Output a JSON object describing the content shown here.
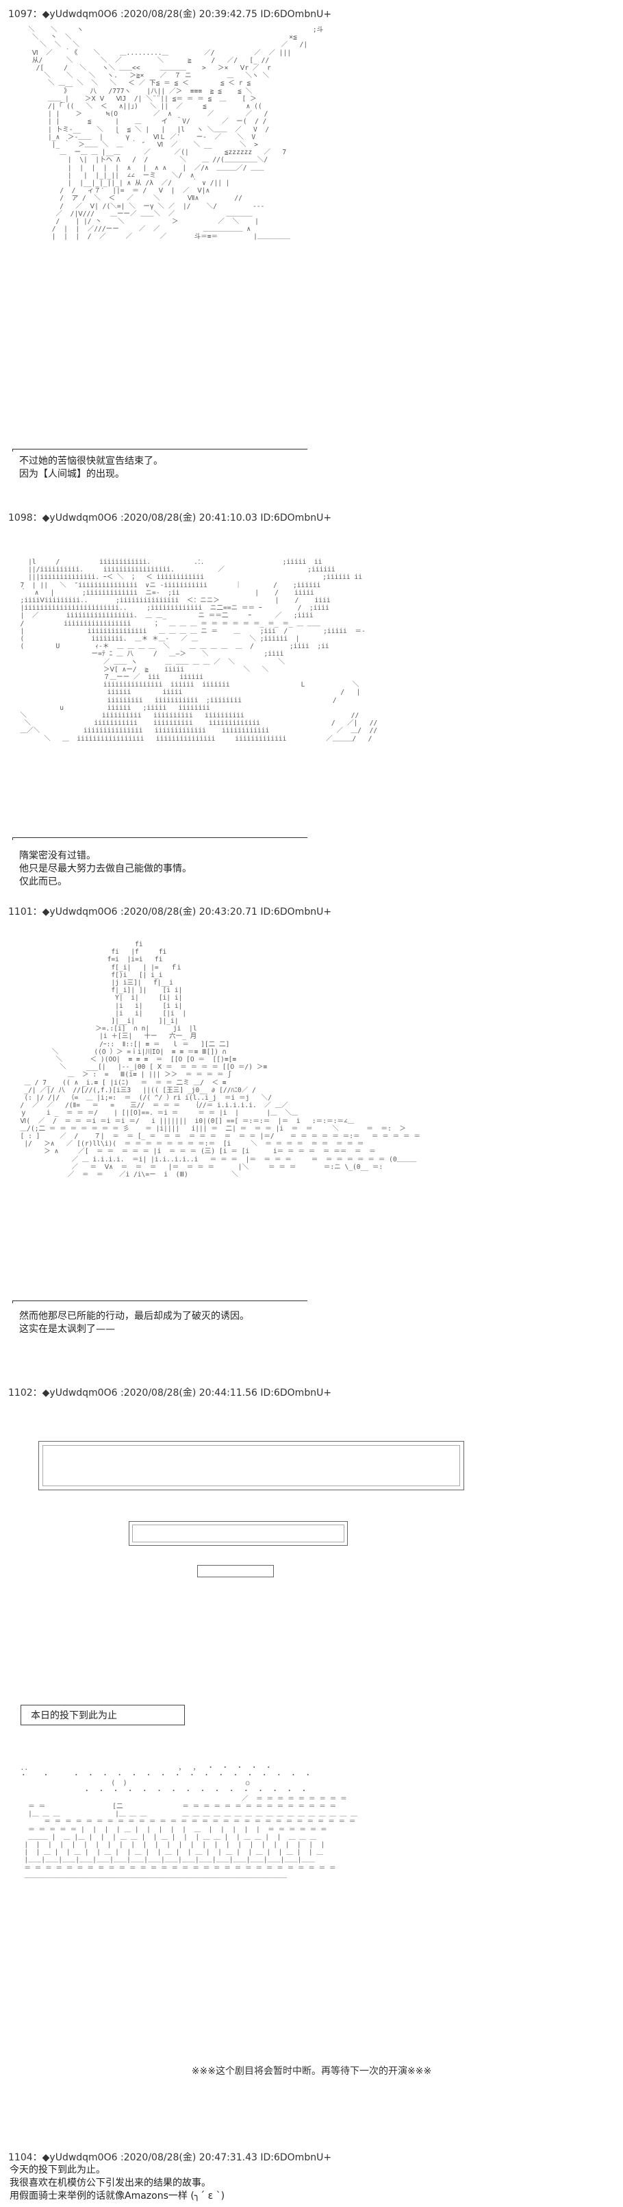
{
  "posts": [
    {
      "number": "1097",
      "header": "：◆yUdwdqm0O6 :2020/08/28(金) 20:39:42.75 ID:6DOmbnU+",
      "lines": [
        "不过她的苦恼很快就宣告结束了。",
        "因为【人间城】的出现。"
      ]
    },
    {
      "number": "1098",
      "header": "：◆yUdwdqm0O6 :2020/08/28(金) 20:41:10.03 ID:6DOmbnU+",
      "lines": [
        "隋棠密没有过错。",
        "他只是尽最大努力去做自己能做的事情。",
        "仅此而已。"
      ]
    },
    {
      "number": "1101",
      "header": "：◆yUdwdqm0O6 :2020/08/28(金) 20:43:20.71 ID:6DOmbnU+",
      "lines": [
        "然而他那尽已所能的行动，最后却成为了破灭的诱因。",
        "这实在是太讽刺了——"
      ]
    },
    {
      "number": "1102",
      "header": "：◆yUdwdqm0O6 :2020/08/28(金) 20:44:11.56 ID:6DOmbnU+",
      "caption": "本日的投下到此为止",
      "notice": "※※※这个剧目将会暂时中断。再等待下一次的开演※※※"
    },
    {
      "number": "1104",
      "header": "：◆yUdwdqm0O6 :2020/08/28(金) 20:47:31.43 ID:6DOmbnU+",
      "lines": [
        "今天的投下到此为止。",
        "我很喜欢在机模仿公下引发出来的结果的故事。",
        "用假面骑士来举例的话就像Amazons一样 (╮ˊ ε ˋ)"
      ]
    }
  ],
  "art": {
    "a1": "    ＼    ＼     ヽ                                                          ;斗\n     ＼   丶  ＼                                                       ×≦\n       ＼  ＼   ＼                                                   ／   /|\n     Ⅵ  ／   ｀《    ＼     ＿.........＿         ／/          ／  ／ |||\n     从/      ＼       ＼  ／         ＼      ≧     /   ／/   [_ //\n      /[     /   ＼    ヽ＼ ＿＿<<     ＿＿＿＿    >   ＞×   Ⅴr ／  r\n        ＼    ＼    ＼   ヽ.   ＞≧×    ／  ７ ニ         ＿   ＼ヽ ＼\n         ＼ ＿__ ＼  ＼   ＼   ＜ ／ 下≦ ＝ ≦ ＜        ≦ ＜ r ≦\n             》     八   /777ヽ    |八|| ／＞  ≡≡≡  ≧ ≦    ≦ ＼\n         ＿＿_|    ＞Ⅹ Ⅴ   ⅥJ  /| ＼¨¨|| ≦＝ ＝ ＝ ≦  ＿    [ ＞\n         /|「 ((   ＼  ＜   ∧||」)   ＼ ||  ／     ≦          ∧ ((\n         | |    ＞      ≒(O         ／  ∧         ／        ／   /\n         | |       ≦      |    ＿     イ  ＾V/        ／  ー(  / /\n         | 卜ミ-__    ＼   |  ≦ ＼ |   |   |l   ヽ ＼＿＿  ／   V  /\n         |_∧  ＞-＿＿  |   ｀ γ      ⅥＬ ／′    ー‐  ／    ＼  V\n          |_ ｀  ＞＿＿ ＼  ＿  ｀ ″   Ⅵ  ／    ＼ __       ＼  >\n            ＿  ー＿ ＿ |__＿      ／      ／(|         ≦zzzzzz   ／   7\n              |  \\|  |卜ヘ Λ   /  /        ＼    ＿ //(＿＿＿＿＿＼/\n              |  |  |  |  |  ∧   |  ∧ ∧    |  ／/∧  ＿＿＿／/ ＿＿\n              |   |  |_|_||  ∠∠  ーミ    ＼/  ∧\n              |  |__|_|_||_| ∧ 从 /λ  ／/     ｀ ∨ /|| |\n            /  /   ィ７′  ||=  ＝ /   Ⅴ  |  ／  Ⅴ|∧\n            /  ア /  ＼  ＜   ／     ＼       Ⅶ∧         //\n            /   ／  Ⅴ| /(＼=| ＼  ーγ ＼ ／  |/    ＼/         ‐‐‐\n           ／  /|Ⅴ///    ＿ーー／ ＿＿＼  ／             ＿＿＿＿\n           /    | |/ 丶    ＼            ＞          ／  ＼    |\n          /  |  |  ／///ーー     ／  ／           ＿＿＿＿＿＿ ∧\n          |  |  |  /  ／     ／       ／       斗＝≡＝         |＿＿＿＿＿",
    "a2": "    |l     /          iiiiiiiiiiii.           ．：．                   ;iiiii  ii\n    ||/iiiiiiiiii.     iiiiiiiiiiiiiiiii.           ／                     ;iiiiii\n    |||iiiiiiiiiiiiii. ｰ＜ ＼  ；  ＜ iiiiiiiiiiii                              ;iiiiii ii\n  7  | ||   ＼  ″iiiiiiiiiiiiiii  ∨ニ -iiiiiiiiiii       ｜        /    ;iiiiii\n  ｀  ∧   |       ;iiiiiiiiiiiii  ニ=-  ;ii                   |    /    iiiii\n  ;iiiiⅤiiiiiiiii..       ;iiiiiiiiiiiiiii  ＜：ニニ＞              |    /    iiii\n  |iiiiiiiiiiiiiiiiiiiiiiii..     ;iiiiiiiiiiiii  ニ二==ニ ＝＝ ｰ         /  ;iiii\n  |  ／       iiiiiiiiiiiiiiiii.  ＿ ＿_        ニ ＝＝二     ｰ      ／   ;iiii\n  /          iiiiiiiiiiiiiiiii      ；  ＿ ＿ ＿ ＝ ＝ ＝ ＝ ＝ ＝_ ＝_ ＝_ ＿ ＿＿\n  |                iiiiiiiiiiiiiii   ＿ ＿ ＿ ＿ ニ ＝    ＿     ;iii  /         ;iiiii  ＝‐\n  (                 iiiiiiii.  ＿＊ ＊＿‐   ／ ＿             ＼ ;iiiiii  |\n  (        U         ｨ-＊  ＿ ＿ ＿ ＿  ＼     ＿ ＿ ＿ ＿  ＿  /         ;iiii  ;ii\n                    ー=ﾃ ﾆ ＿ 八     /   ＿―＞    ＼              ;iiii\n                       ／ ＿＿ ヽ       ＿ ＿＿ ＿ ＿ ／  ＼           ＼\n                       ＞Ⅴ[ ∧ー/  ≧    iiiii               ＼   ＼\n                       ７＿ーー ／  iii     iiiiii\n                       iiiiiiiiiiiiiii  iiiiii  iiiiiii                  L            ＼\n                        iiiiii        iiiii                                        /   |\n                        iiiiiiiii   iiiiiiiiiii  ;iiiiiiii                       /\n            u           iiiiii   ;iiiii   iiiiiiii\n  ＼                   iiiiiiiiii   iiiiiiiiii   iiiiiiiiii                           //\n   ＼                iiiiiiiiiii    iiiiiiiiii    iiiiiiiiiiiii                  /   ／|   //\n  ＿／＼           iiiiiiiiiiiiiii   iiiiiiiiiiiii    iiiiiiiiiiii                 ／  ＿/  //\n        ＼   ＿  iiiiiiiiiiiiiiiii   iiiiiiiiiiiiiii     iiiiiiiiiiiii          ／＿＿＿/   /",
    "a3": "                               fi\n                         fi   |f     fi\n                        f=i  |i=i   fi\n                         f[_i|   | |=   ｆi\n                         f[)i   [| i_i\n                         |j i三]|   f|__i\n                         f|_i]| ]|    [i i|\n                          Y|  i|     [i| i|\n                          |i   i|     [i i|\n                          |i   i|     [|i  |\n                         ]|__i|      ]|_i|\n                     ＞=.:[i]  ∩ n|      ji  |l\n                      |i ＋[三|   十ー   六一_ 月\n                      /ｰ::  Ⅱ::[| ≡ ＝   ｌ ＝   ][二 二]\n          ＼         ((O ）＞ =ｉi|川IO|  ≡ ≡ ＝≡ Ⅲ[]) ∩\n           ＼       ＜ )(OO|  ≡ ≡ ≡  ＝  [[O [O ＝  [[)≡[≡\n            ＼     ___[|   |--_|00 [ Ⅹ ＝  ＝ ＝ ＝ ＝ [[O ＝/) ＞≡\n              ＿  ＞ :  =   Ⅲ(i≡ | ||| ＞＞  ＝ ＝ ＝ ＝ ∫\n   ＿ / 7_   (( ∧ _i.≡ [ |i(ﾆ)   ＝  ＝ ＝ 二ミ ＿/  ＜ ≡\n   _/| ／|/ 八  //[//(,f.)[i三3   ||(( [王三] _j0__ ∂ [//ﾊﾆ0／ /\n   (: |/ /|/  （=  ＿ |i;=:  ＝  (/( ^/ ）ri i(l..i_j  ＝i ＝j   ＼/\n  /  ／  ／   /(Ⅱ=   ＝   =    三//  ＝ ＝ ＝   ｛//＝ i.i.i.i.i.  ／ ＿／\n  ｙ     i _  ＝ ＝ ＝/    | [|[O]==. ＝i ＝     ＝ ＝ |i  |       |＿  ＼＿\n  Ⅵ(  ／  /  ＝ ＝ ＝i ＝i ＝i ＝/   i |||||||  i0|(0[] ==[ ＝:＝:＝  |＝  i   :＝:＝:＝∠＿\n  ＿/(;二 ＝ ＝ ＝ ＝ ＝ ＝ ＝ 彡    ＝ |i||||   i||| ＝  二| ＝  ＝ ＝ |i  ＝  ＝     ＼       ＝  ＝:  ＞\n  [ : ]     ／  /    ７|  ＝  ＝ [_ ＝  ＝ ＝  ＝ ＝ ＝  ＝  ＝ ＝ |＝/    ＝ ＝ ＝ ＝ ＝ ＝:＝   ＝ ＝ ＝ ＝ ＝\n   |/   ＞∧   ／ [(r)ll\\i)(  ＝ ＝ ＝ ＝ ＝ ＝ ＝ ＝:＝  [i     ＼  ＝ ＝ ＝ ＝  ＝ ＝  ＝ ＝ ＝\n        ＞ ∧     ／[  ＝ ＝  ＝ ＝ ＝ |i  ＝ ＝ ＝ (三) [i ＝ [i      i＝ ＝ ＝ ＝  ＝ ＝＝  ＝  ＝\n               ／ ＿ i.i.i.i.  ＝i| |i.i..i.i..i   ＝ ＝ ＝  |＝  ＝ ＝ ＝     ＝  ＝ ＝ ＝ ＝ ＝ ＝ (0＿＿＿\n               ／   ＝  Ⅴ∧  ＝  ＝  ＝   |＝  ＝ ＝ ＝      |＼     ＝ ＝ ＝       ＝:ニ \\_(0__ ＝:\n              ／  ＝  ＝    ／i /i\\=ー  i  (Ⅲ)           ＼",
    "a4": "  ..                                      ，  ，  ・  ・  ・  ・  ・\n  ・    ・      ・  ・  ・  ・  ・  ・  ・  ・  ・  ・  ・  ・  ・  ・  ・  ・  ・\n                         (  )                              ○\n                  ・  ・  ・  ・  ・  ・  ・  ・  ・  ・  ・  ・  ・  ・  ・  ・\n                                                          ／  ＝ ＝ ＝ ＝ ＝ ＝ ＝ ＝ ＝\n    ＝ ＝                 [二               ＝ ＝ ＝ ＝ ＝ ＝ ＝ ＝ ＝ ＝ ＝ ＝ ＝ ＝ ＝\n    |＿ ＿ ＿              |＿ ＿ ＿         ＿ ＿ ＿ ＿ ＿ ＿ ＿ ＿ ＿ ＿ ＿ ＿ ＿ ＿ ＿ ＿ ＿\n        ＝ ＝ ＝ ＝ ＝ ＝ ＝ ＝ ＝ ＝ ＝ ＝ ＝ ＝ ＝ ＝ ＝ ＝ ＝ ＝ ＝ ＝ ＝ ＝ ＝ ＝ ＝ ＝ ＝ ＝\n    ＝ ＝ ＝ ＝ ＝ |  |  |  | ＿ |  |  |  |  |  ＿  |  |  |  |  |  ＝ ＝ ＝ ＝ ＝ ＝\n    ＿＿＿ |  ＿ |＿ |  |  | ＿ ＿ |  | ＿ |  |  | ＿ ＿ |  | ＿ ＿ |  |  ＿ ＿ ＿\n   |  |  |  |  |  |  |  |  |  |  |  |  |  |  |  |  |  |  |  |  |  |  |  |  |  |\n   |  | ＿ |  | ＿ |  | ＿ |  | ＿ |  | ＿ |  | ＿ |  | ＿ |  | ＿ |  | ＿ |  | ＿\n   |＿＿|＿＿|＿＿|＿＿|＿＿|＿＿|＿＿|＿＿|＿＿|＿＿|＿＿|＿＿|＿＿|＿＿|＿＿|＿＿|＿＿\n   ＝ ＝ ＝ ＝ ＝ ＝ ＝ ＝ ＝ ＝ ＝ ＝ ＝ ＝ ＝ ＝ ＝ ＝ ＝ ＝ ＝ ＝ ＝ ＝ ＝ ＝ ＝ ＝ ＝ ＝\n   ＿＿＿＿＿＿＿＿＿＿＿＿＿＿＿＿＿＿＿＿＿＿＿＿＿＿＿＿＿＿＿＿＿＿＿＿＿＿＿＿"
  }
}
